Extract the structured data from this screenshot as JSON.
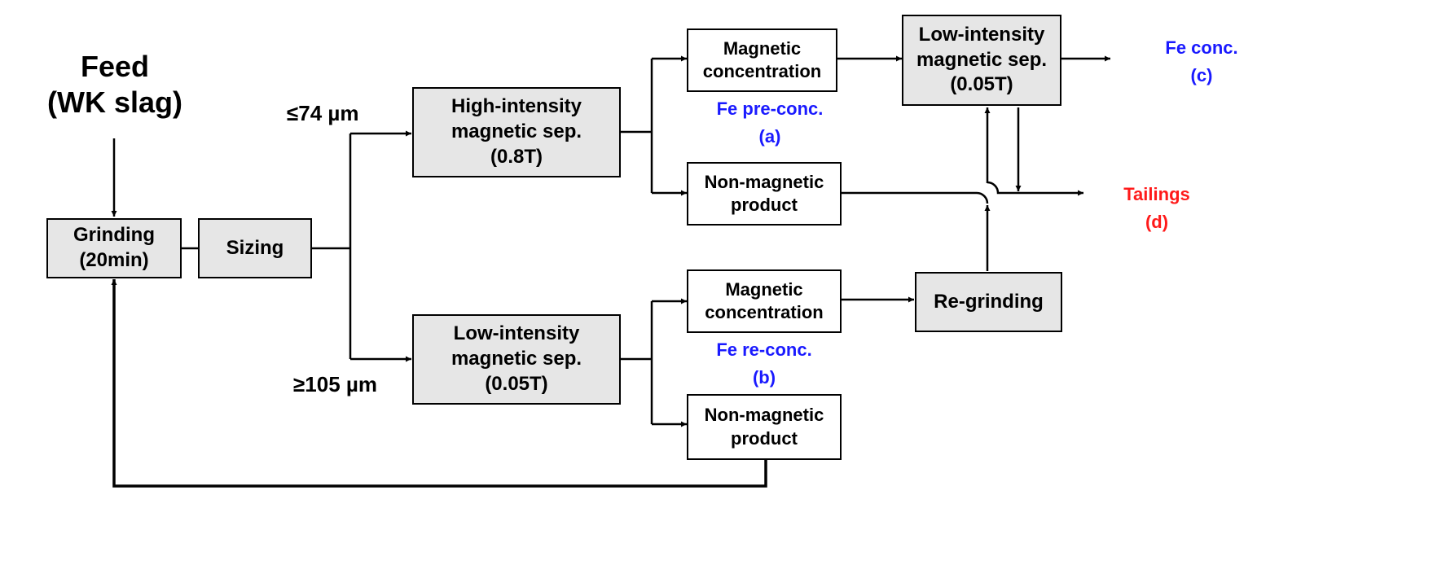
{
  "feed": {
    "line1": "Feed",
    "line2": "(WK slag)"
  },
  "grinding": {
    "line1": "Grinding",
    "line2": "(20min)"
  },
  "sizing": {
    "label": "Sizing"
  },
  "fine_fraction": "≤74 µm",
  "coarse_fraction": "≥105 µm",
  "high_intensity_sep": {
    "line1": "High-intensity",
    "line2": "magnetic sep.",
    "line3": "(0.8T)"
  },
  "low_intensity_sep_1": {
    "line1": "Low-intensity",
    "line2": "magnetic sep.",
    "line3": "(0.05T)"
  },
  "low_intensity_sep_2": {
    "line1": "Low-intensity",
    "line2": "magnetic sep.",
    "line3": "(0.05T)"
  },
  "magnetic_conc_top": {
    "line1": "Magnetic",
    "line2": "concentration"
  },
  "magnetic_conc_bottom": {
    "line1": "Magnetic",
    "line2": "concentration"
  },
  "non_magnetic_top": {
    "line1": "Non-magnetic",
    "line2": "product"
  },
  "non_magnetic_bottom": {
    "line1": "Non-magnetic",
    "line2": "product"
  },
  "regrinding": {
    "label": "Re-grinding"
  },
  "labels": {
    "fe_pre_conc": {
      "line1": "Fe pre-conc.",
      "line2": "(a)"
    },
    "fe_re_conc": {
      "line1": "Fe re-conc.",
      "line2": "(b)"
    },
    "fe_conc": {
      "line1": "Fe conc.",
      "line2": "(c)"
    },
    "tailings": {
      "line1": "Tailings",
      "line2": "(d)"
    }
  },
  "colors": {
    "product_label": "#1a1aff",
    "tailings_label": "#ff1a1a",
    "process_box": "#e6e6e6"
  }
}
